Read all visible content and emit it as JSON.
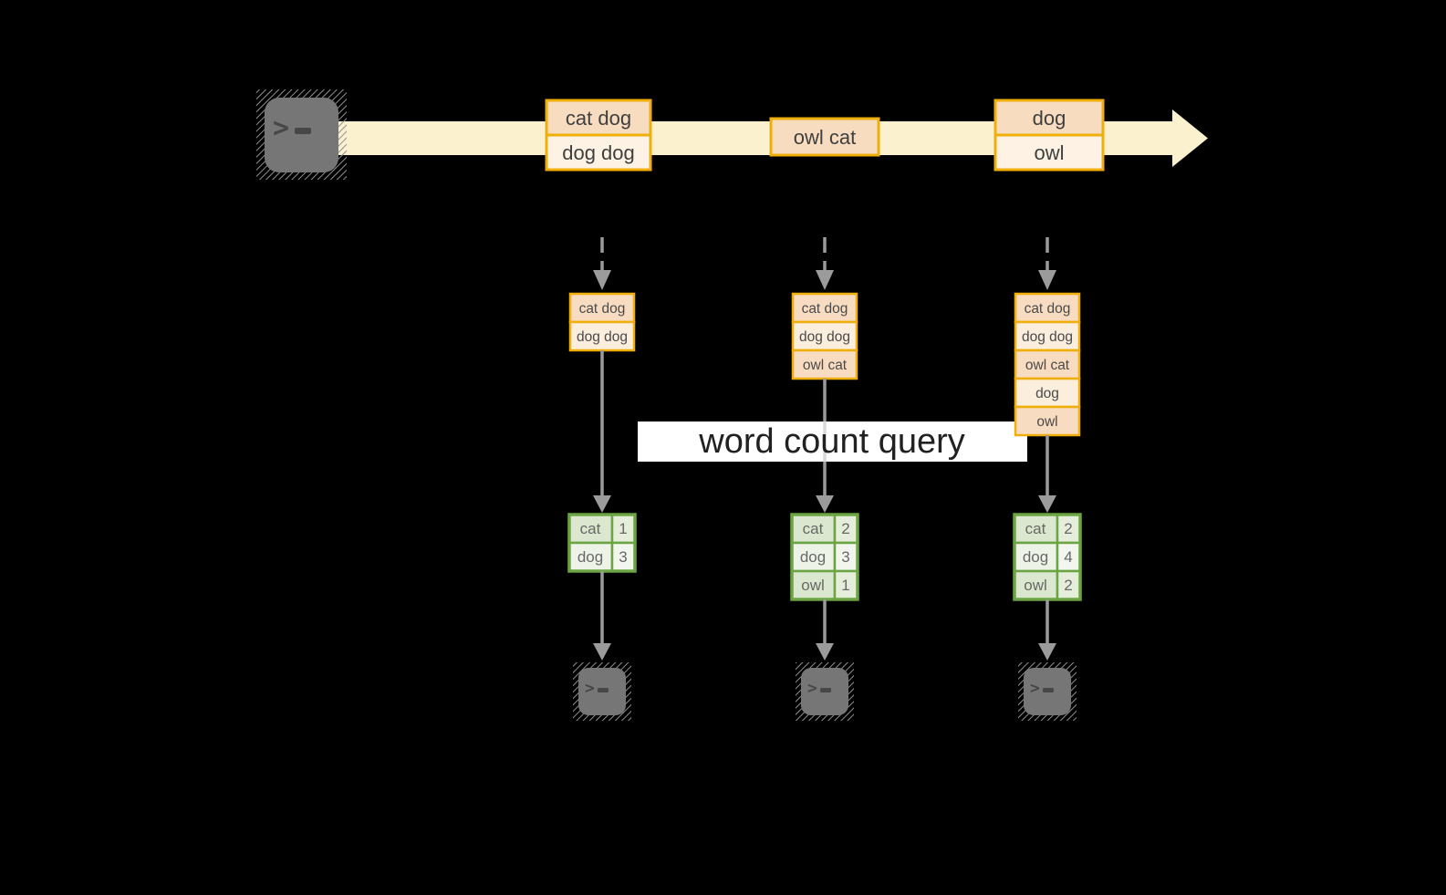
{
  "colors": {
    "background": "#000000",
    "stream_band": "#fbf1cf",
    "message_box_border": "#f0ae0a",
    "message_fill_dark": "#f8dcc0",
    "message_fill_light": "#fdf2e3",
    "arrow_gray": "#9b9b9b",
    "table_border_green": "#6ba543",
    "table_row_dark": "#dbe7ce",
    "table_row_light": "#eef3e8",
    "banner_background": "#ffffff",
    "terminal_gray": "#767676"
  },
  "terminal": {
    "glyph": ">"
  },
  "stream": {
    "batches": [
      {
        "lines": [
          "cat dog",
          "dog dog"
        ]
      },
      {
        "lines": [
          "owl cat"
        ]
      },
      {
        "lines": [
          "dog",
          "owl"
        ]
      }
    ]
  },
  "query": {
    "label": "word count query"
  },
  "states": [
    {
      "lines": [
        "cat dog",
        "dog dog"
      ]
    },
    {
      "lines": [
        "cat dog",
        "dog dog",
        "owl cat"
      ]
    },
    {
      "lines": [
        "cat dog",
        "dog dog",
        "owl cat",
        "dog",
        "owl"
      ]
    }
  ],
  "counts": [
    {
      "rows": [
        {
          "word": "cat",
          "count": "1"
        },
        {
          "word": "dog",
          "count": "3"
        }
      ]
    },
    {
      "rows": [
        {
          "word": "cat",
          "count": "2"
        },
        {
          "word": "dog",
          "count": "3"
        },
        {
          "word": "owl",
          "count": "1"
        }
      ]
    },
    {
      "rows": [
        {
          "word": "cat",
          "count": "2"
        },
        {
          "word": "dog",
          "count": "4"
        },
        {
          "word": "owl",
          "count": "2"
        }
      ]
    }
  ]
}
